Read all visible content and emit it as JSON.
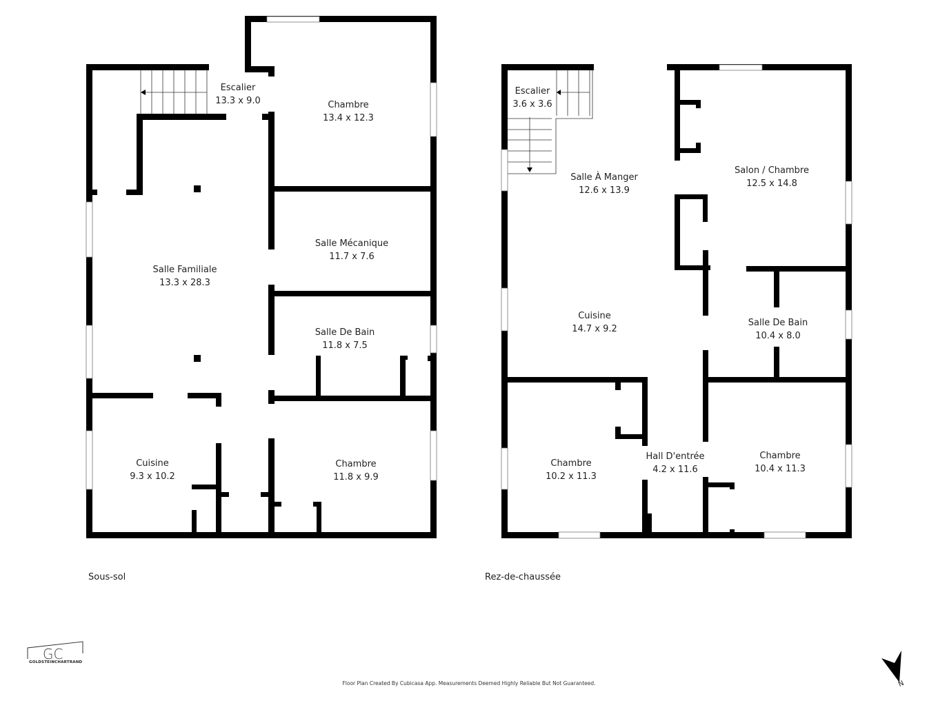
{
  "floors": [
    {
      "name": "Sous-sol",
      "rooms": [
        {
          "name": "Escalier",
          "dims": "13.3 x 9.0"
        },
        {
          "name": "Chambre",
          "dims": "13.4 x 12.3"
        },
        {
          "name": "Salle Mécanique",
          "dims": "11.7 x 7.6"
        },
        {
          "name": "Salle Familiale",
          "dims": "13.3 x 28.3"
        },
        {
          "name": "Salle De Bain",
          "dims": "11.8 x 7.5"
        },
        {
          "name": "Cuisine",
          "dims": "9.3 x 10.2"
        },
        {
          "name": "Chambre",
          "dims": "11.8 x 9.9"
        }
      ]
    },
    {
      "name": "Rez-de-chaussée",
      "rooms": [
        {
          "name": "Escalier",
          "dims": "3.6 x 3.6"
        },
        {
          "name": "Salle À Manger",
          "dims": "12.6 x 13.9"
        },
        {
          "name": "Salon / Chambre",
          "dims": "12.5 x 14.8"
        },
        {
          "name": "Cuisine",
          "dims": "14.7 x 9.2"
        },
        {
          "name": "Salle De Bain",
          "dims": "10.4 x 8.0"
        },
        {
          "name": "Chambre",
          "dims": "10.2 x 11.3"
        },
        {
          "name": "Hall D'entrée",
          "dims": "4.2 x 11.6"
        },
        {
          "name": "Chambre",
          "dims": "10.4 x 11.3"
        }
      ]
    }
  ],
  "logo": {
    "initials": "GC",
    "name": "GOLDSTEINCHARTRAND"
  },
  "compass": {
    "label": "N"
  },
  "disclaimer": "Floor Plan Created By Cubicasa App. Measurements Deemed Highly Reliable But Not Guaranteed."
}
